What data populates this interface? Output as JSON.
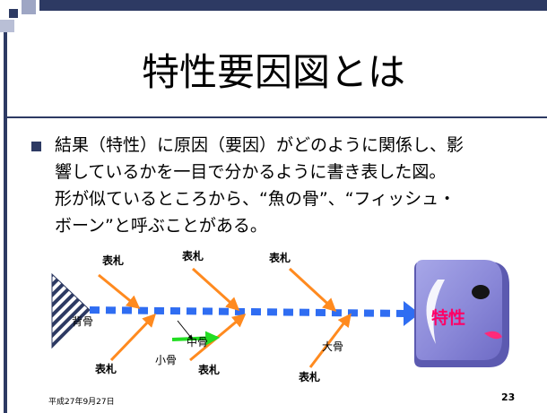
{
  "slide": {
    "title": "特性要因図とは",
    "body": "結果（特性）に原因（要因）がどのように関係し、影\n響しているかを一目で分かるように書き表した図。\n形が似ているところから、“魚の骨”、“フィッシュ・\nボーン”と呼ぶことがある。",
    "footer_date": "平成27年9月27日",
    "page_number": "23"
  },
  "diagram": {
    "labels": {
      "top_1": "表札",
      "top_2": "表札",
      "top_3": "表札",
      "bottom_1": "表札",
      "bottom_2": "表札",
      "bottom_3": "表札",
      "backbone": "背骨",
      "middle_bone": "中骨",
      "small_bone": "小骨",
      "large_bone": "大骨",
      "effect": "特性"
    }
  },
  "colors": {
    "accent": "#2d3a63",
    "spine": "#2f6df2",
    "cause_arrow": "#ff8a1f",
    "middle_arrow": "#22dd22",
    "effect_text": "#ff0066"
  }
}
